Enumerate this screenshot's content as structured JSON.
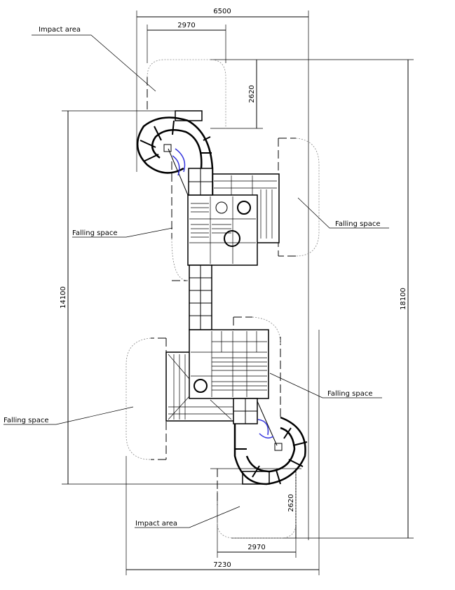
{
  "labels": {
    "impact_area_top": "Impact area",
    "impact_area_bottom": "Impact area",
    "falling_space_left_top": "Falling space",
    "falling_space_right_top": "Falling space",
    "falling_space_right_bottom": "Falling space",
    "falling_space_left_bottom": "Falling space"
  },
  "dimensions": {
    "overall_width_top": "6500",
    "impact_width_top": "2970",
    "impact_depth_top": "2620",
    "structure_length": "14100",
    "overall_length": "18100",
    "impact_depth_bottom": "2620",
    "impact_width_bottom": "2970",
    "overall_width_bottom": "7230"
  },
  "colors": {
    "line": "#000000",
    "accent": "#3333dd"
  }
}
